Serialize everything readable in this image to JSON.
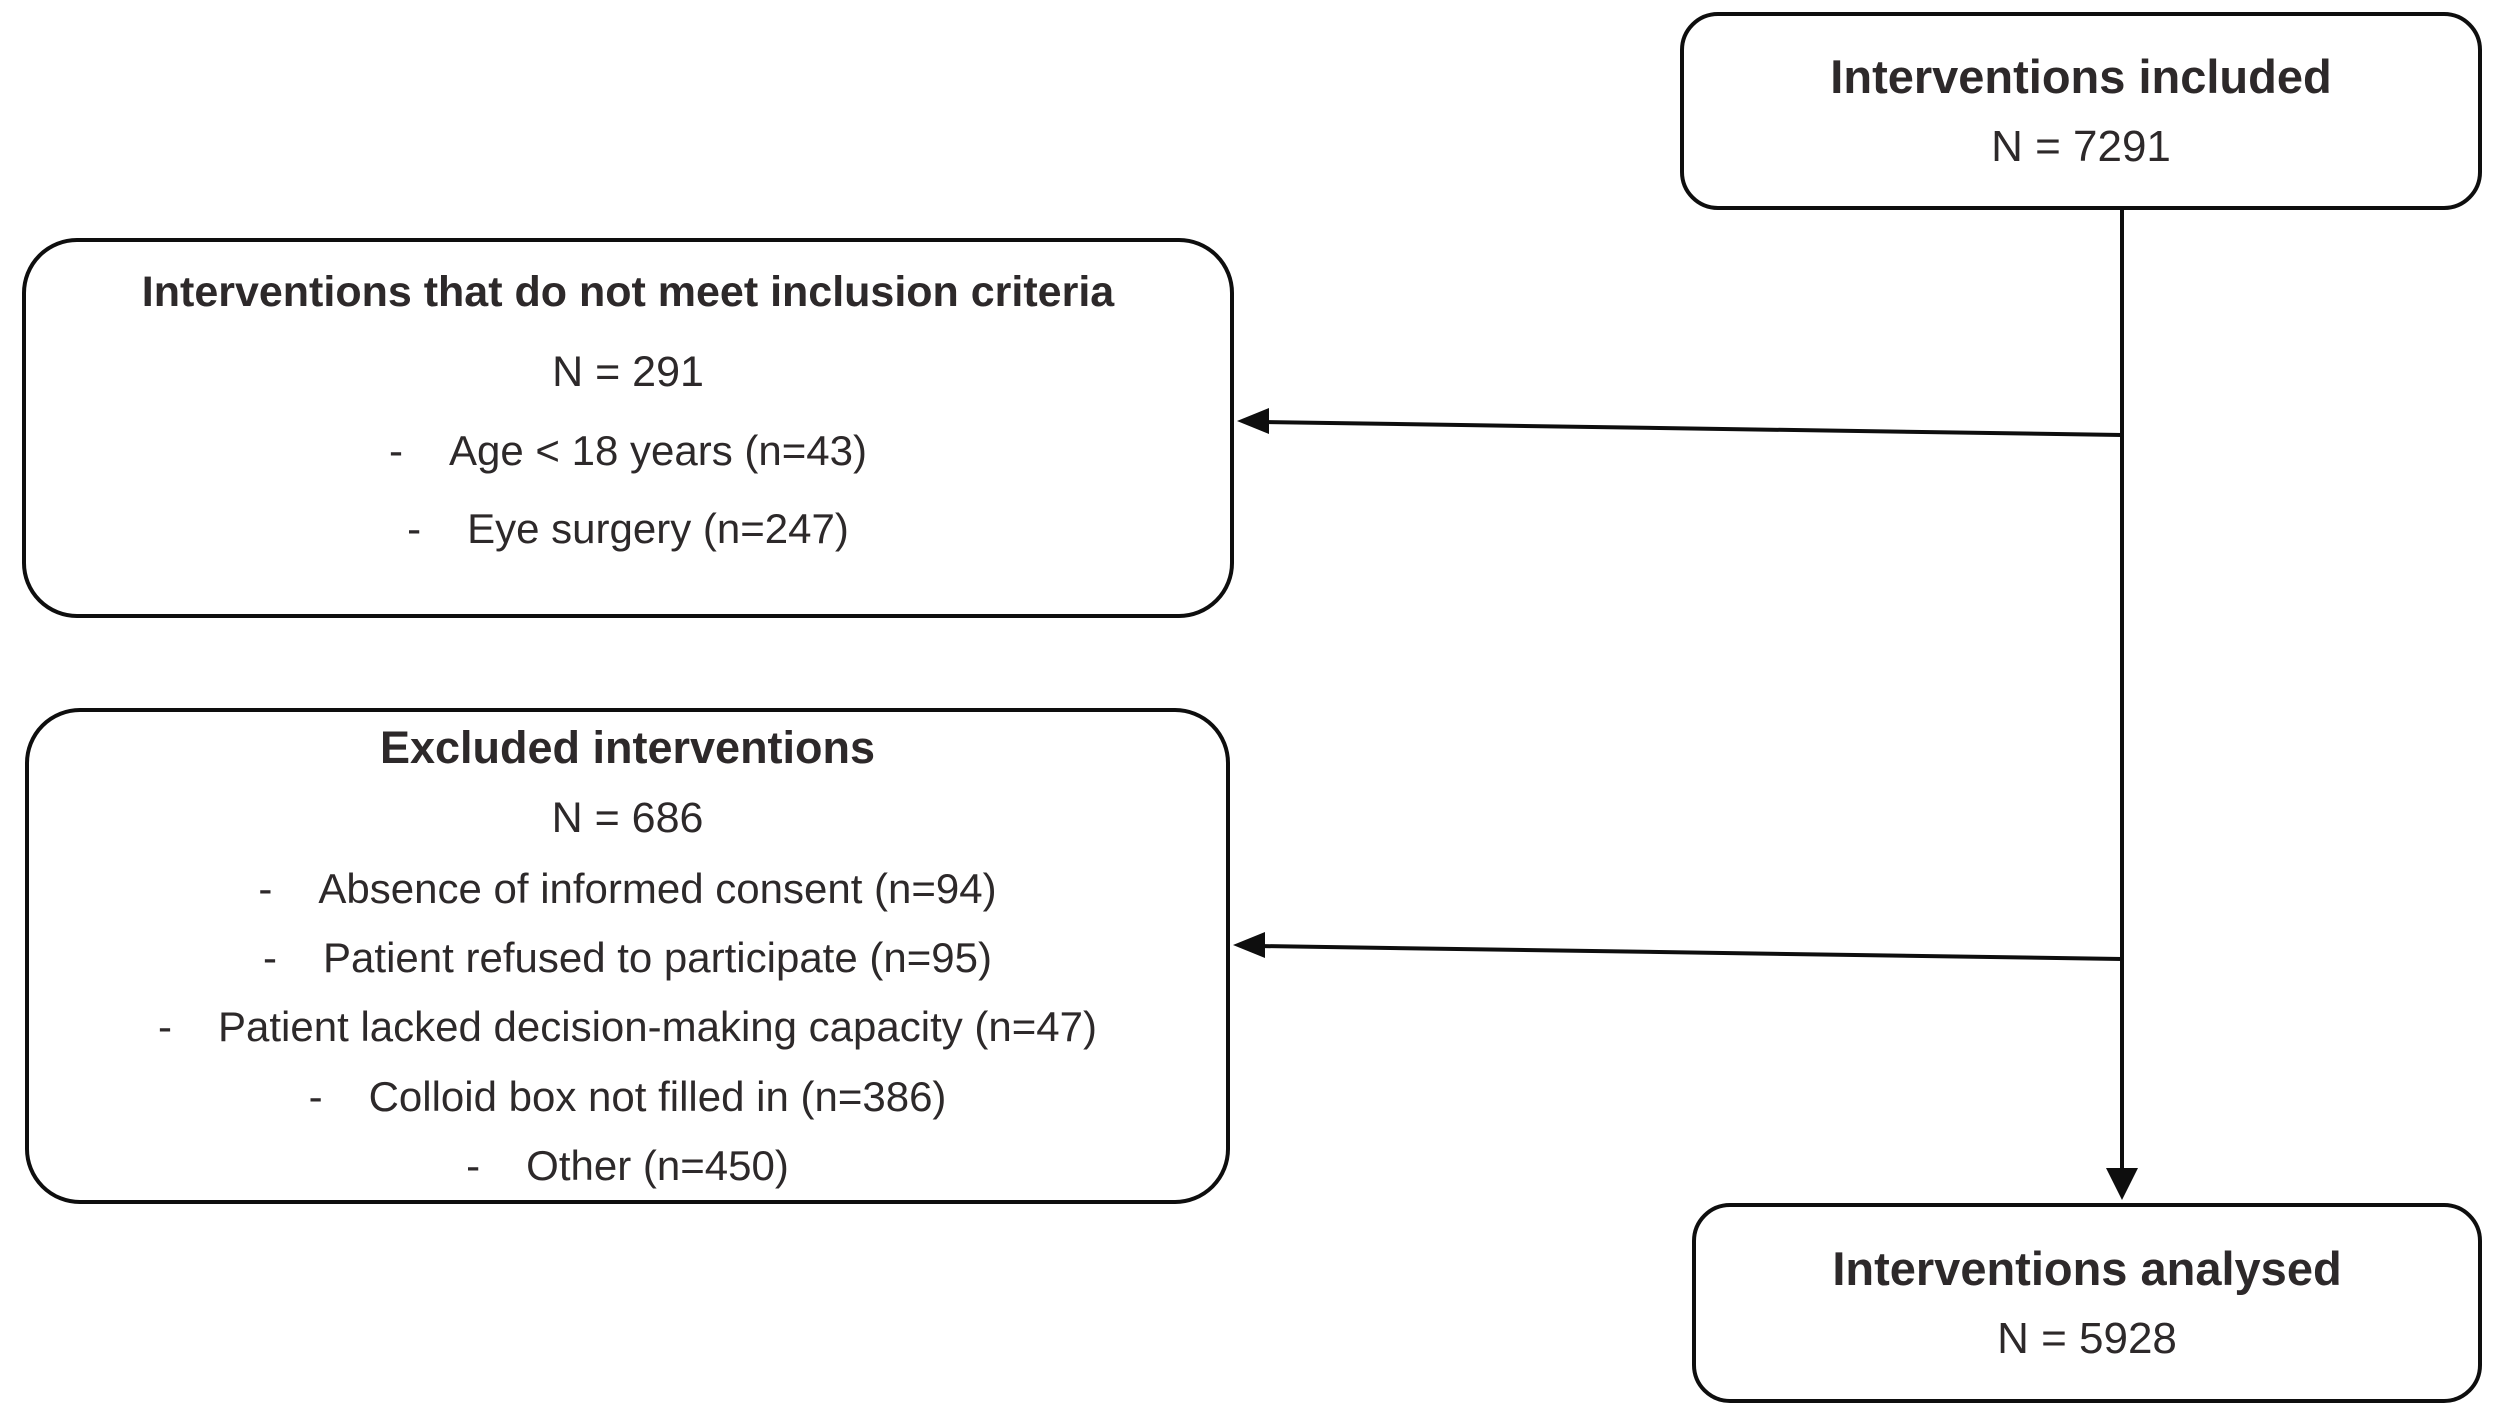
{
  "diagram": {
    "type": "flowchart",
    "bullet_char": "-",
    "colors": {
      "box_border": "#0e0e0e",
      "arrow": "#0e0e0e",
      "text": "#2d292a",
      "background": "#ffffff"
    },
    "boxes": {
      "included": {
        "title": "Interventions included",
        "count_label": "N = 7291"
      },
      "not_meeting_criteria": {
        "title": "Interventions that do not meet inclusion criteria",
        "count_label": "N = 291",
        "items": [
          "Age < 18 years (n=43)",
          "Eye surgery (n=247)"
        ]
      },
      "excluded": {
        "title": "Excluded interventions",
        "count_label": "N = 686",
        "items": [
          "Absence of informed consent (n=94)",
          "Patient refused to participate (n=95)",
          "Patient lacked decision-making capacity (n=47)",
          "Colloid box not filled in (n=386)",
          "Other (n=450)"
        ]
      },
      "analysed": {
        "title": "Interventions analysed",
        "count_label": "N = 5928"
      }
    }
  }
}
